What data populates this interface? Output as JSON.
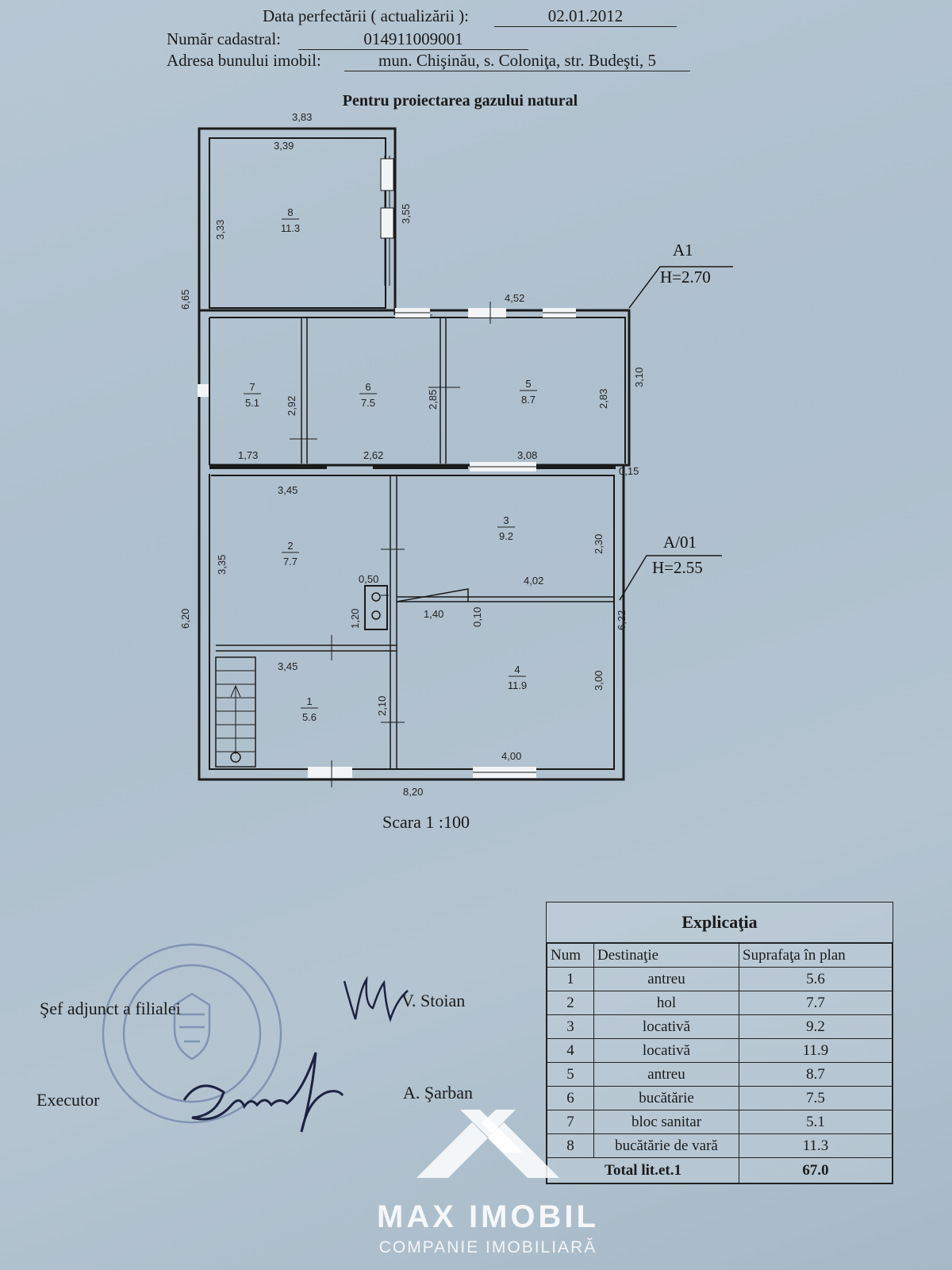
{
  "header": {
    "date_label": "Data perfectării ( actualizării ):",
    "date_value": "02.01.2012",
    "cadastral_label": "Număr cadastral:",
    "cadastral_value": "014911009001",
    "address_label": "Adresa bunului imobil:",
    "address_value": "mun. Chişinău, s. Coloniţa, str. Budeşti, 5"
  },
  "plan": {
    "title": "Pentru proiectarea gazului natural",
    "scale": "Scara 1 :100",
    "level_a1": {
      "name": "A1",
      "height": "H=2.70"
    },
    "level_a01": {
      "name": "A/01",
      "height": "H=2.55"
    },
    "rooms": [
      {
        "num": "1",
        "area": "5.6"
      },
      {
        "num": "2",
        "area": "7.7"
      },
      {
        "num": "3",
        "area": "9.2"
      },
      {
        "num": "4",
        "area": "11.9"
      },
      {
        "num": "5",
        "area": "8.7"
      },
      {
        "num": "6",
        "area": "7.5"
      },
      {
        "num": "7",
        "area": "5.1"
      },
      {
        "num": "8",
        "area": "11.3"
      }
    ],
    "dimensions": {
      "top_outer": "3,83",
      "top_inner": "3,39",
      "r8_side_right": "3,55",
      "r8_side_left": "3,33",
      "left_upper": "6,65",
      "a1_top": "4,52",
      "a1_right": "3,10",
      "r7_h": "2,92",
      "r6_h": "2,85",
      "r5_h": "2,83",
      "r7_w": "1,73",
      "r6_w": "2,62",
      "r5_w": "3,08",
      "step": "0,15",
      "r2_w": "3,45",
      "r2_h": "3,35",
      "r3_h": "2,30",
      "left_lower": "6,20",
      "right_lower": "6,22",
      "chimney_w": "0,50",
      "chimney_h": "1,20",
      "passage_w": "1,40",
      "partition": "0,10",
      "r3_w": "4,02",
      "r1_w": "3,45",
      "r1_h": "2,10",
      "r4_h": "3,00",
      "r4_w": "4,00",
      "total_w": "8,20"
    }
  },
  "legend": {
    "title": "Explicaţia",
    "columns": [
      "Num",
      "Destinaţie",
      "Suprafaţa în plan"
    ],
    "rows": [
      [
        "1",
        "antreu",
        "5.6"
      ],
      [
        "2",
        "hol",
        "7.7"
      ],
      [
        "3",
        "locativă",
        "9.2"
      ],
      [
        "4",
        "locativă",
        "11.9"
      ],
      [
        "5",
        "antreu",
        "8.7"
      ],
      [
        "6",
        "bucătărie",
        "7.5"
      ],
      [
        "7",
        "bloc sanitar",
        "5.1"
      ],
      [
        "8",
        "bucătărie de vară",
        "11.3"
      ]
    ],
    "total_label": "Total lit.et.1",
    "total_value": "67.0"
  },
  "signatures": {
    "role1": "Şef adjunct a filialei",
    "name1": "V. Stoian",
    "role2": "Executor",
    "name2": "A. Şarban"
  },
  "watermark": {
    "brand": "MAX IMOBIL",
    "tagline": "COMPANIE IMOBILIARĂ"
  }
}
